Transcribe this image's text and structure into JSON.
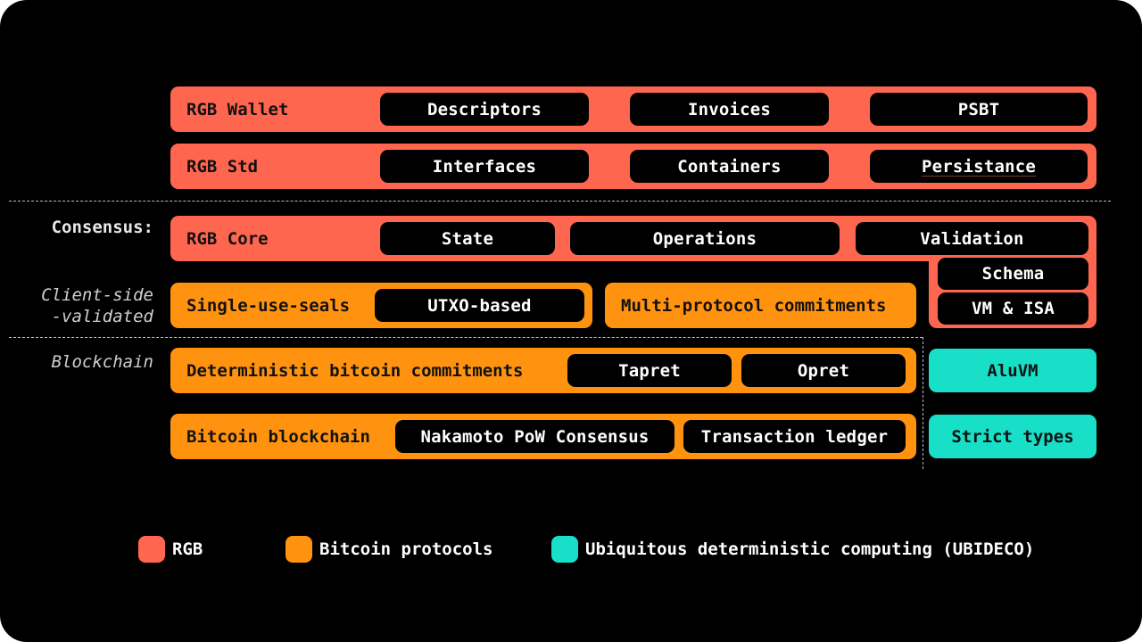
{
  "colors": {
    "rgb": "#ff6650",
    "bitcoin": "#ff9310",
    "ubideco": "#18e0c8",
    "background": "#000000"
  },
  "side_labels": {
    "consensus": "Consensus:",
    "client_side_line1": "Client-side",
    "client_side_line2": "-validated",
    "blockchain": "Blockchain"
  },
  "layers": {
    "rgb_wallet": {
      "label": "RGB Wallet",
      "items": [
        "Descriptors",
        "Invoices",
        "PSBT"
      ]
    },
    "rgb_std": {
      "label": "RGB Std",
      "items": [
        "Interfaces",
        "Containers",
        "Persistance"
      ]
    },
    "rgb_core": {
      "label": "RGB Core",
      "items": [
        "State",
        "Operations",
        "Validation",
        "Schema",
        "VM & ISA"
      ]
    },
    "single_use_seals": {
      "label": "Single-use-seals",
      "items": [
        "UTXO-based"
      ]
    },
    "multi_protocol": {
      "label": "Multi-protocol commitments"
    },
    "deterministic_commitments": {
      "label": "Deterministic bitcoin commitments",
      "items": [
        "Tapret",
        "Opret"
      ]
    },
    "bitcoin_blockchain": {
      "label": "Bitcoin blockchain",
      "items": [
        "Nakamoto PoW Consensus",
        "Transaction ledger"
      ]
    },
    "aluvm": {
      "label": "AluVM"
    },
    "strict_types": {
      "label": "Strict types"
    }
  },
  "legend": [
    {
      "label": "RGB",
      "color": "#ff6650"
    },
    {
      "label": "Bitcoin protocols",
      "color": "#ff9310"
    },
    {
      "label": "Ubiquitous deterministic computing (UBIDECO)",
      "color": "#18e0c8"
    }
  ]
}
